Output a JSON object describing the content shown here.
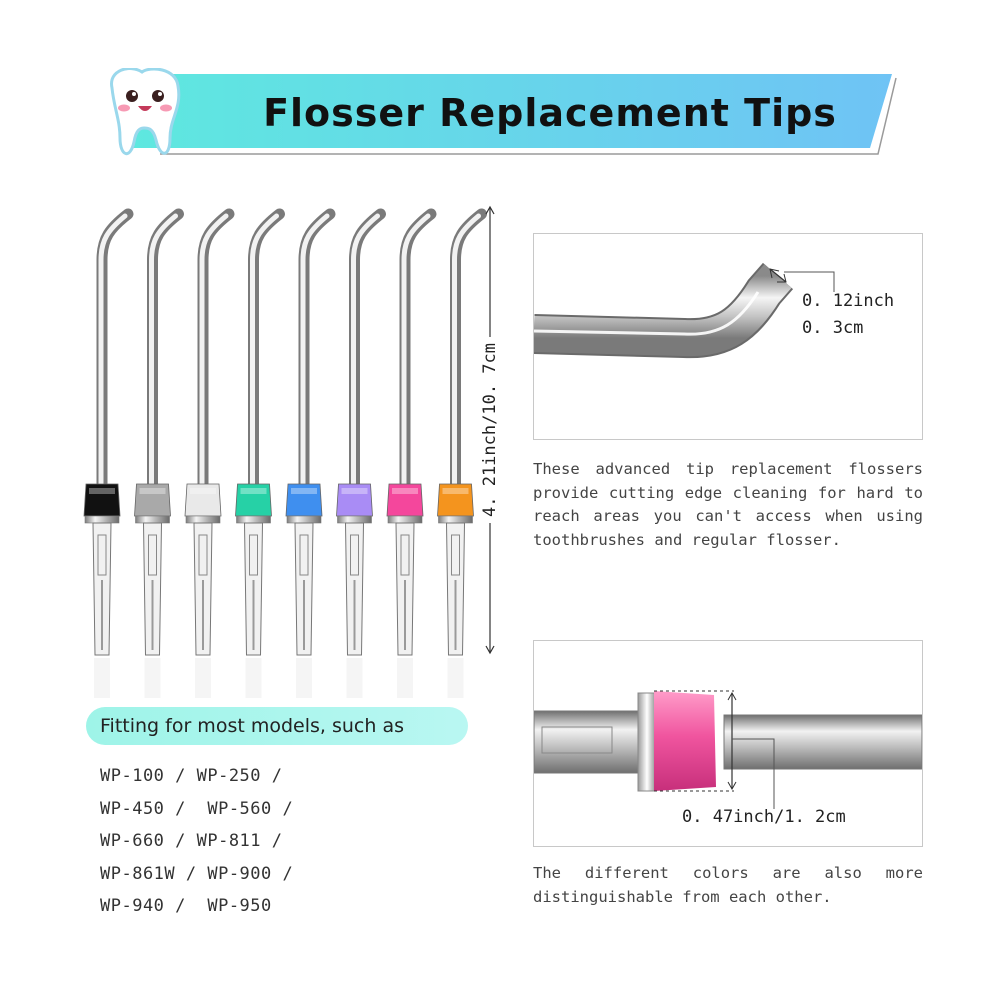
{
  "header": {
    "title": "Flosser Replacement Tips",
    "mascot_icon": "tooth-mascot-icon",
    "banner_colors": [
      "#5ee8df",
      "#6fc3f5"
    ]
  },
  "tips": {
    "collar_colors": [
      "#111111",
      "#a9a9a9",
      "#e9e9e9",
      "#26d1a6",
      "#3f8fef",
      "#a98cf5",
      "#f4479c",
      "#f4941e"
    ],
    "length_label": "4. 21inch/10. 7cm"
  },
  "fitting": {
    "label": "Fitting for most models, such as",
    "models": [
      "WP-100 / WP-250 /",
      "WP-450 /  WP-560 /",
      "WP-660 / WP-811 /",
      "WP-861W / WP-900 /",
      "WP-940 /  WP-950"
    ]
  },
  "detail_tip": {
    "dim_inch": "0. 12inch",
    "dim_cm": "0. 3cm",
    "description": "These advanced tip replacement flossers provide cutting edge cleaning for hard to reach areas you can't access when using toothbrushes and regular flosser."
  },
  "detail_collar": {
    "dim": "0. 47inch/1. 2cm",
    "collar_color": "#f0559f",
    "description": "The different colors are also more distinguishable from each other."
  }
}
